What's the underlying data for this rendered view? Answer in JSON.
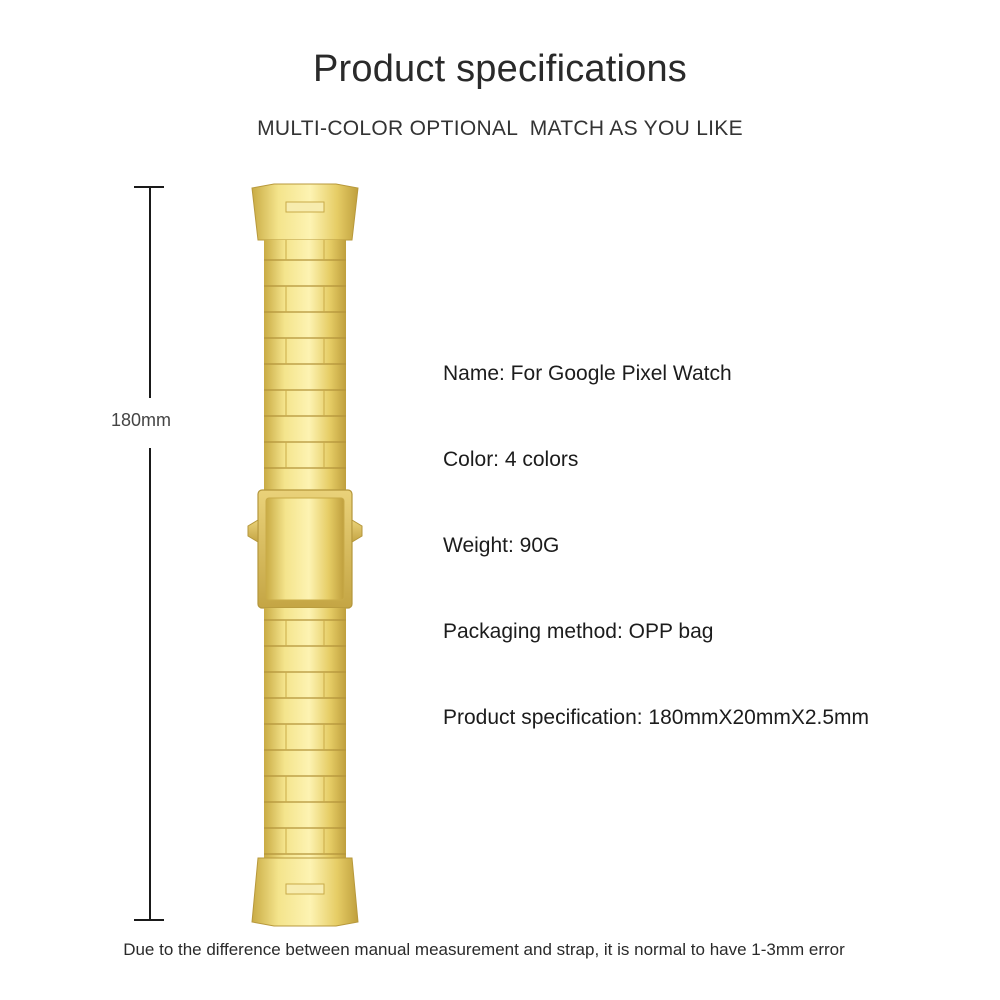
{
  "title": "Product specifications",
  "subtitle": "MULTI-COLOR OPTIONAL  MATCH AS YOU LIKE",
  "dimension": {
    "label": "180mm"
  },
  "product": {
    "image": "gold-stainless-steel-link-watch-strap",
    "color": "#d9c25a"
  },
  "specs": [
    "Name: For Google Pixel Watch",
    "Color: 4 colors",
    "Weight: 90G",
    "Packaging method: OPP bag",
    "Product specification: 180mmX20mmX2.5mm"
  ],
  "footnote": "Due to the difference between manual measurement and strap, it is normal to have 1-3mm error"
}
